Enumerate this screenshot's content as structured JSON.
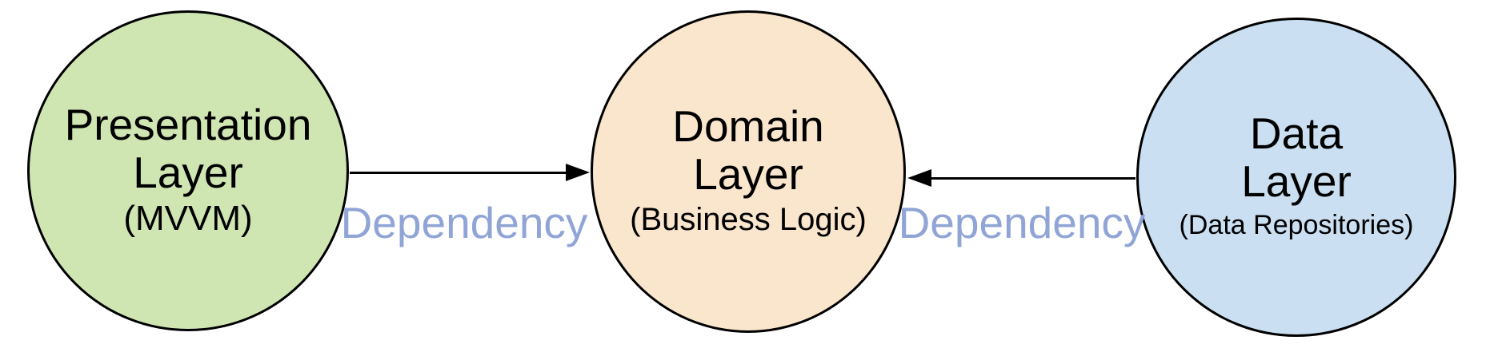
{
  "diagram": {
    "nodes": [
      {
        "id": "presentation",
        "title_line1": "Presentation",
        "title_line2": "Layer",
        "subtitle": "(MVVM)",
        "fill": "#cfe6b3"
      },
      {
        "id": "domain",
        "title_line1": "Domain",
        "title_line2": "Layer",
        "subtitle": "(Business Logic)",
        "fill": "#fae5cd"
      },
      {
        "id": "data",
        "title_line1": "Data",
        "title_line2": "Layer",
        "subtitle": "(Data Repositories)",
        "fill": "#cadff1"
      }
    ],
    "edges": [
      {
        "label": "Dependency",
        "from": "presentation",
        "to": "domain",
        "direction": "right"
      },
      {
        "label": "Dependency",
        "from": "data",
        "to": "domain",
        "direction": "left"
      }
    ],
    "colors": {
      "edge_label": "#90a5d6",
      "stroke": "#000000"
    }
  }
}
